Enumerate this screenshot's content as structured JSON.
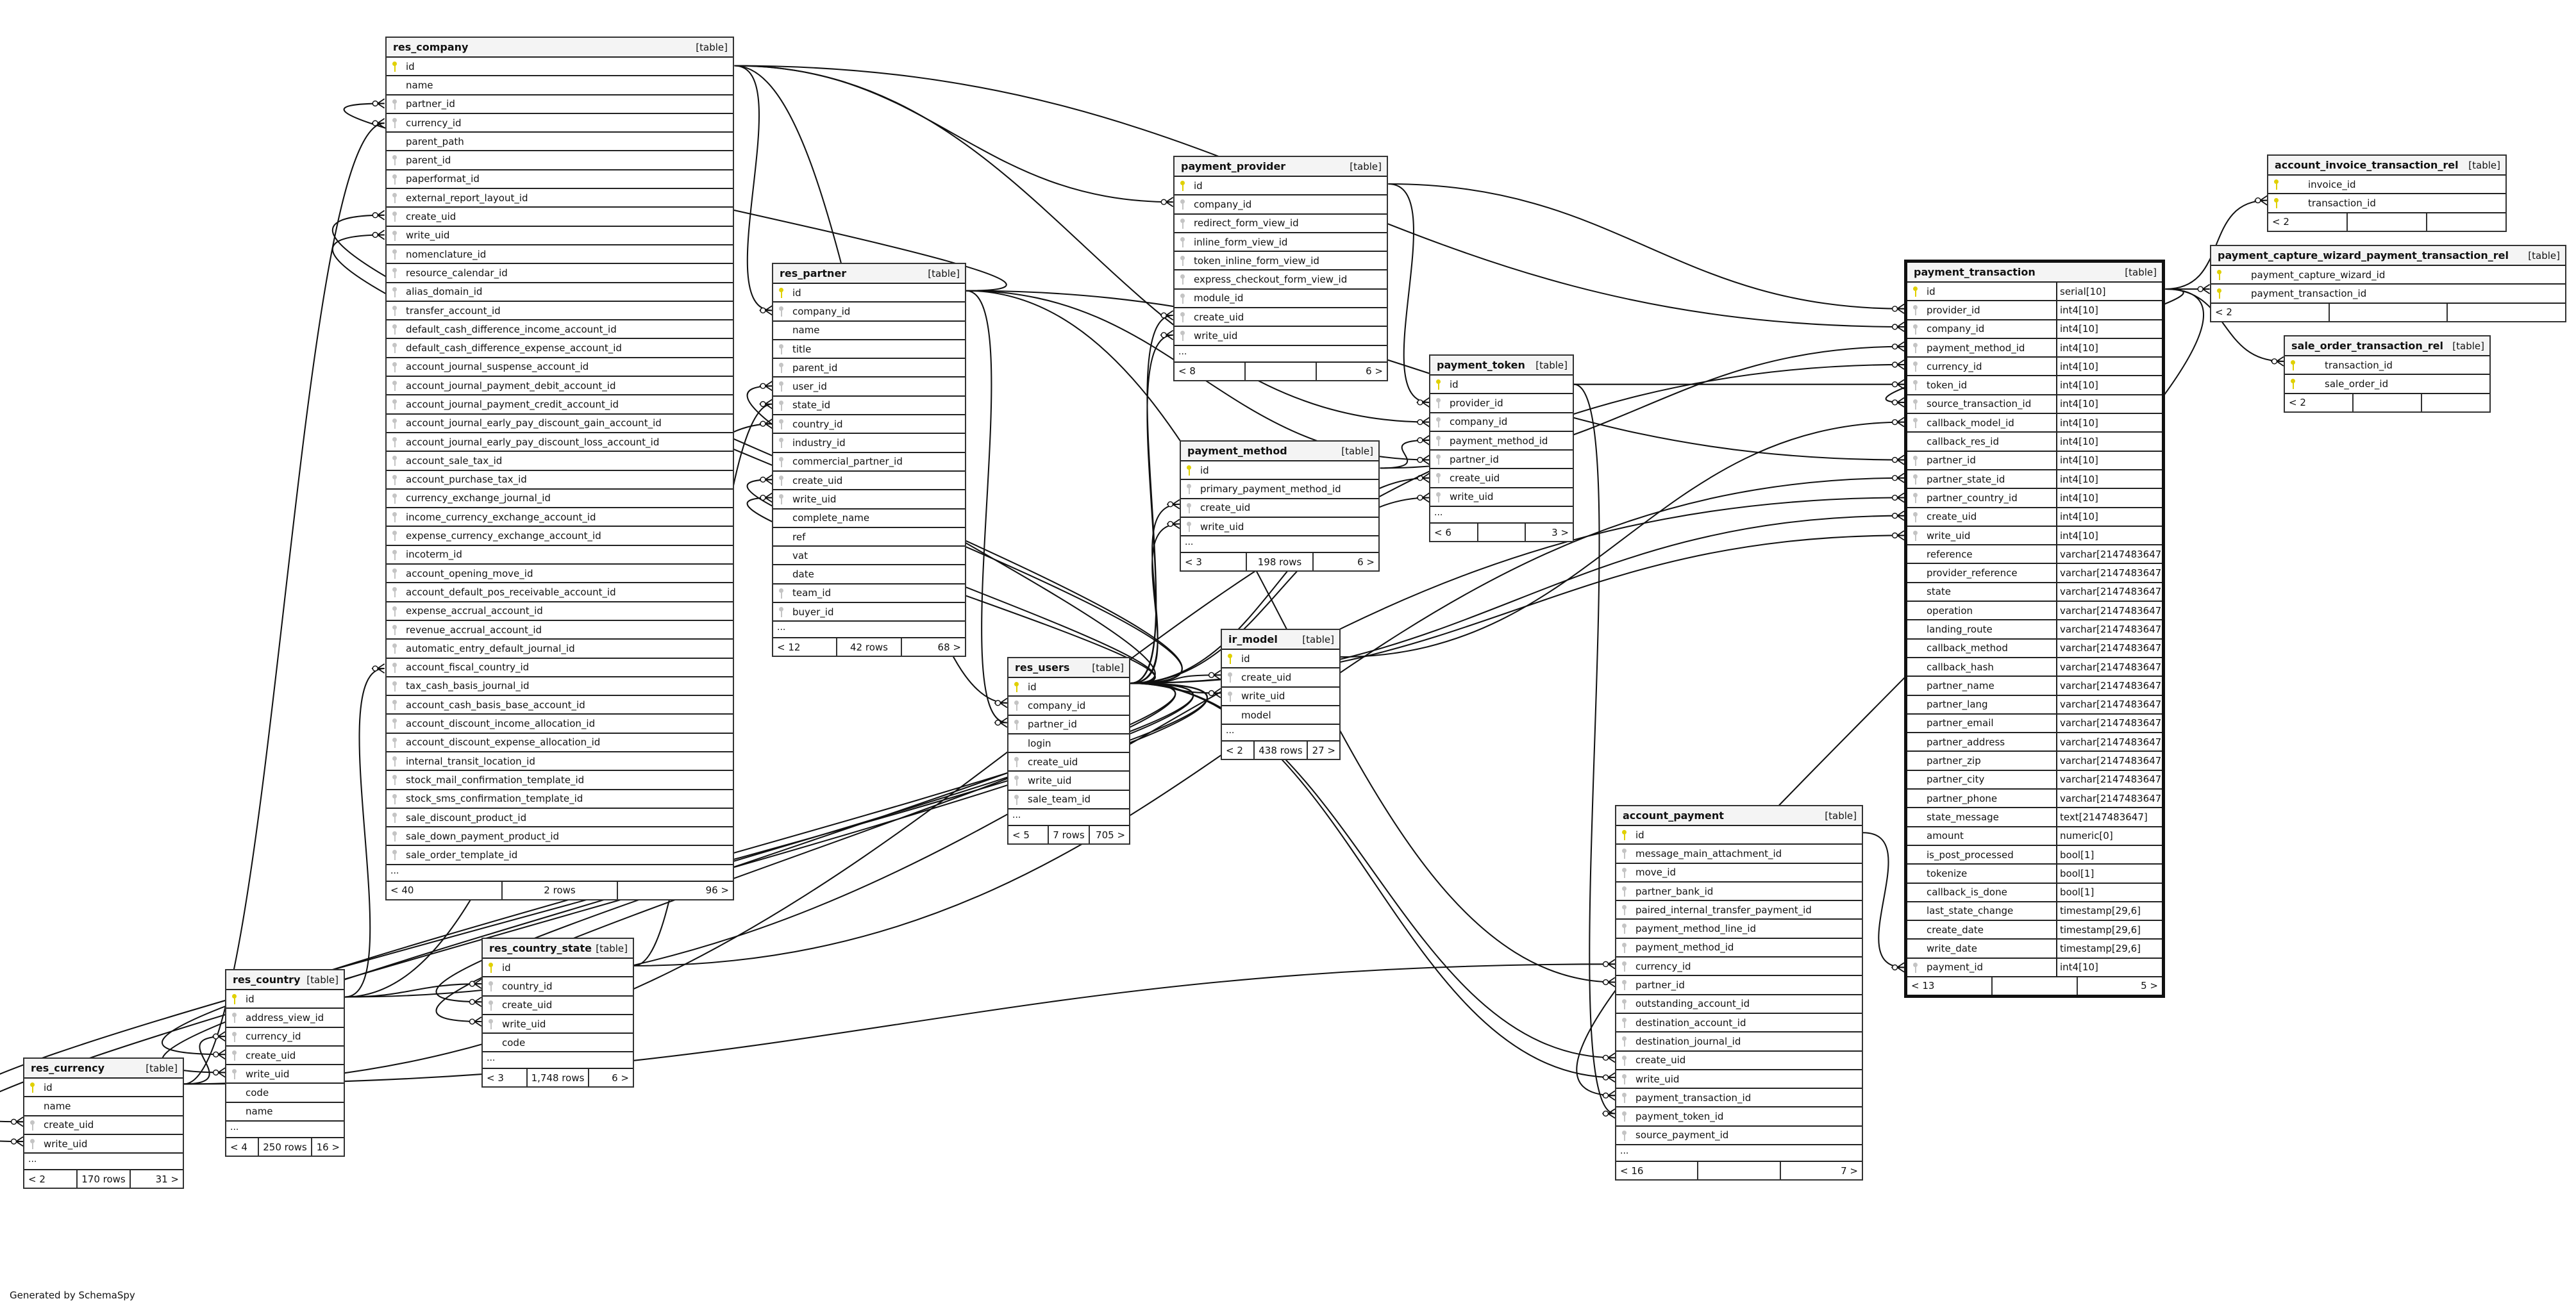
{
  "credit": "Generated by SchemaSpy",
  "tables": [
    {
      "id": "res_company",
      "name": "res_company",
      "kind": "[table]",
      "columns": [
        {
          "name": "id",
          "key": "pk"
        },
        {
          "name": "name",
          "key": ""
        },
        {
          "name": "partner_id",
          "key": "fk"
        },
        {
          "name": "currency_id",
          "key": "fk"
        },
        {
          "name": "parent_path",
          "key": ""
        },
        {
          "name": "parent_id",
          "key": "fk"
        },
        {
          "name": "paperformat_id",
          "key": "fk"
        },
        {
          "name": "external_report_layout_id",
          "key": "fk"
        },
        {
          "name": "create_uid",
          "key": "fk"
        },
        {
          "name": "write_uid",
          "key": "fk"
        },
        {
          "name": "nomenclature_id",
          "key": "fk"
        },
        {
          "name": "resource_calendar_id",
          "key": "fk"
        },
        {
          "name": "alias_domain_id",
          "key": "fk"
        },
        {
          "name": "transfer_account_id",
          "key": "fk"
        },
        {
          "name": "default_cash_difference_income_account_id",
          "key": "fk"
        },
        {
          "name": "default_cash_difference_expense_account_id",
          "key": "fk"
        },
        {
          "name": "account_journal_suspense_account_id",
          "key": "fk"
        },
        {
          "name": "account_journal_payment_debit_account_id",
          "key": "fk"
        },
        {
          "name": "account_journal_payment_credit_account_id",
          "key": "fk"
        },
        {
          "name": "account_journal_early_pay_discount_gain_account_id",
          "key": "fk"
        },
        {
          "name": "account_journal_early_pay_discount_loss_account_id",
          "key": "fk"
        },
        {
          "name": "account_sale_tax_id",
          "key": "fk"
        },
        {
          "name": "account_purchase_tax_id",
          "key": "fk"
        },
        {
          "name": "currency_exchange_journal_id",
          "key": "fk"
        },
        {
          "name": "income_currency_exchange_account_id",
          "key": "fk"
        },
        {
          "name": "expense_currency_exchange_account_id",
          "key": "fk"
        },
        {
          "name": "incoterm_id",
          "key": "fk"
        },
        {
          "name": "account_opening_move_id",
          "key": "fk"
        },
        {
          "name": "account_default_pos_receivable_account_id",
          "key": "fk"
        },
        {
          "name": "expense_accrual_account_id",
          "key": "fk"
        },
        {
          "name": "revenue_accrual_account_id",
          "key": "fk"
        },
        {
          "name": "automatic_entry_default_journal_id",
          "key": "fk"
        },
        {
          "name": "account_fiscal_country_id",
          "key": "fk"
        },
        {
          "name": "tax_cash_basis_journal_id",
          "key": "fk"
        },
        {
          "name": "account_cash_basis_base_account_id",
          "key": "fk"
        },
        {
          "name": "account_discount_income_allocation_id",
          "key": "fk"
        },
        {
          "name": "account_discount_expense_allocation_id",
          "key": "fk"
        },
        {
          "name": "internal_transit_location_id",
          "key": "fk"
        },
        {
          "name": "stock_mail_confirmation_template_id",
          "key": "fk"
        },
        {
          "name": "stock_sms_confirmation_template_id",
          "key": "fk"
        },
        {
          "name": "sale_discount_product_id",
          "key": "fk"
        },
        {
          "name": "sale_down_payment_product_id",
          "key": "fk"
        },
        {
          "name": "sale_order_template_id",
          "key": "fk"
        }
      ],
      "more": "...",
      "footer": {
        "left": "< 40",
        "mid": "2 rows",
        "right": "96 >"
      }
    },
    {
      "id": "res_partner",
      "name": "res_partner",
      "kind": "[table]",
      "columns": [
        {
          "name": "id",
          "key": "pk"
        },
        {
          "name": "company_id",
          "key": "fk"
        },
        {
          "name": "name",
          "key": ""
        },
        {
          "name": "title",
          "key": "fk"
        },
        {
          "name": "parent_id",
          "key": "fk"
        },
        {
          "name": "user_id",
          "key": "fk"
        },
        {
          "name": "state_id",
          "key": "fk"
        },
        {
          "name": "country_id",
          "key": "fk"
        },
        {
          "name": "industry_id",
          "key": "fk"
        },
        {
          "name": "commercial_partner_id",
          "key": "fk"
        },
        {
          "name": "create_uid",
          "key": "fk"
        },
        {
          "name": "write_uid",
          "key": "fk"
        },
        {
          "name": "complete_name",
          "key": ""
        },
        {
          "name": "ref",
          "key": ""
        },
        {
          "name": "vat",
          "key": ""
        },
        {
          "name": "date",
          "key": ""
        },
        {
          "name": "team_id",
          "key": "fk"
        },
        {
          "name": "buyer_id",
          "key": "fk"
        }
      ],
      "more": "...",
      "footer": {
        "left": "< 12",
        "mid": "42 rows",
        "right": "68 >"
      }
    },
    {
      "id": "payment_provider",
      "name": "payment_provider",
      "kind": "[table]",
      "columns": [
        {
          "name": "id",
          "key": "pk"
        },
        {
          "name": "company_id",
          "key": "fk"
        },
        {
          "name": "redirect_form_view_id",
          "key": "fk"
        },
        {
          "name": "inline_form_view_id",
          "key": "fk"
        },
        {
          "name": "token_inline_form_view_id",
          "key": "fk"
        },
        {
          "name": "express_checkout_form_view_id",
          "key": "fk"
        },
        {
          "name": "module_id",
          "key": "fk"
        },
        {
          "name": "create_uid",
          "key": "fk"
        },
        {
          "name": "write_uid",
          "key": "fk"
        }
      ],
      "more": "...",
      "footer": {
        "left": "< 8",
        "mid": "",
        "right": "6 >"
      }
    },
    {
      "id": "payment_method",
      "name": "payment_method",
      "kind": "[table]",
      "columns": [
        {
          "name": "id",
          "key": "pk"
        },
        {
          "name": "primary_payment_method_id",
          "key": "fk"
        },
        {
          "name": "create_uid",
          "key": "fk"
        },
        {
          "name": "write_uid",
          "key": "fk"
        }
      ],
      "more": "...",
      "footer": {
        "left": "< 3",
        "mid": "198 rows",
        "right": "6 >"
      }
    },
    {
      "id": "payment_token",
      "name": "payment_token",
      "kind": "[table]",
      "columns": [
        {
          "name": "id",
          "key": "pk"
        },
        {
          "name": "provider_id",
          "key": "fk"
        },
        {
          "name": "company_id",
          "key": "fk"
        },
        {
          "name": "payment_method_id",
          "key": "fk"
        },
        {
          "name": "partner_id",
          "key": "fk"
        },
        {
          "name": "create_uid",
          "key": "fk"
        },
        {
          "name": "write_uid",
          "key": "fk"
        }
      ],
      "more": "...",
      "footer": {
        "left": "< 6",
        "mid": "",
        "right": "3 >"
      }
    },
    {
      "id": "ir_model",
      "name": "ir_model",
      "kind": "[table]",
      "columns": [
        {
          "name": "id",
          "key": "pk"
        },
        {
          "name": "create_uid",
          "key": "fk"
        },
        {
          "name": "write_uid",
          "key": "fk"
        },
        {
          "name": "model",
          "key": ""
        }
      ],
      "more": "...",
      "footer": {
        "left": "< 2",
        "mid": "438 rows",
        "right": "27 >"
      }
    },
    {
      "id": "res_users",
      "name": "res_users",
      "kind": "[table]",
      "columns": [
        {
          "name": "id",
          "key": "pk"
        },
        {
          "name": "company_id",
          "key": "fk"
        },
        {
          "name": "partner_id",
          "key": "fk"
        },
        {
          "name": "login",
          "key": ""
        },
        {
          "name": "create_uid",
          "key": "fk"
        },
        {
          "name": "write_uid",
          "key": "fk"
        },
        {
          "name": "sale_team_id",
          "key": "fk"
        }
      ],
      "more": "...",
      "footer": {
        "left": "< 5",
        "mid": "7 rows",
        "right": "705 >"
      }
    },
    {
      "id": "res_country",
      "name": "res_country",
      "kind": "[table]",
      "columns": [
        {
          "name": "id",
          "key": "pk"
        },
        {
          "name": "address_view_id",
          "key": "fk"
        },
        {
          "name": "currency_id",
          "key": "fk"
        },
        {
          "name": "create_uid",
          "key": "fk"
        },
        {
          "name": "write_uid",
          "key": "fk"
        },
        {
          "name": "code",
          "key": ""
        },
        {
          "name": "name",
          "key": ""
        }
      ],
      "more": "...",
      "footer": {
        "left": "< 4",
        "mid": "250 rows",
        "right": "16 >"
      }
    },
    {
      "id": "res_country_state",
      "name": "res_country_state",
      "kind": "[table]",
      "columns": [
        {
          "name": "id",
          "key": "pk"
        },
        {
          "name": "country_id",
          "key": "fk"
        },
        {
          "name": "create_uid",
          "key": "fk"
        },
        {
          "name": "write_uid",
          "key": "fk"
        },
        {
          "name": "code",
          "key": ""
        }
      ],
      "more": "...",
      "footer": {
        "left": "< 3",
        "mid": "1,748 rows",
        "right": "6 >"
      }
    },
    {
      "id": "res_currency",
      "name": "res_currency",
      "kind": "[table]",
      "columns": [
        {
          "name": "id",
          "key": "pk"
        },
        {
          "name": "name",
          "key": ""
        },
        {
          "name": "create_uid",
          "key": "fk"
        },
        {
          "name": "write_uid",
          "key": "fk"
        }
      ],
      "more": "...",
      "footer": {
        "left": "< 2",
        "mid": "170 rows",
        "right": "31 >"
      }
    },
    {
      "id": "account_payment",
      "name": "account_payment",
      "kind": "[table]",
      "columns": [
        {
          "name": "id",
          "key": "pk"
        },
        {
          "name": "message_main_attachment_id",
          "key": "fk"
        },
        {
          "name": "move_id",
          "key": "fk"
        },
        {
          "name": "partner_bank_id",
          "key": "fk"
        },
        {
          "name": "paired_internal_transfer_payment_id",
          "key": "fk"
        },
        {
          "name": "payment_method_line_id",
          "key": "fk"
        },
        {
          "name": "payment_method_id",
          "key": "fk"
        },
        {
          "name": "currency_id",
          "key": "fk"
        },
        {
          "name": "partner_id",
          "key": "fk"
        },
        {
          "name": "outstanding_account_id",
          "key": "fk"
        },
        {
          "name": "destination_account_id",
          "key": "fk"
        },
        {
          "name": "destination_journal_id",
          "key": "fk"
        },
        {
          "name": "create_uid",
          "key": "fk"
        },
        {
          "name": "write_uid",
          "key": "fk"
        },
        {
          "name": "payment_transaction_id",
          "key": "fk"
        },
        {
          "name": "payment_token_id",
          "key": "fk"
        },
        {
          "name": "source_payment_id",
          "key": "fk"
        }
      ],
      "more": "...",
      "footer": {
        "left": "< 16",
        "mid": "",
        "right": "7 >"
      }
    },
    {
      "id": "payment_transaction",
      "name": "payment_transaction",
      "kind": "[table]",
      "columns": [
        {
          "name": "id",
          "key": "pk",
          "type": "serial[10]"
        },
        {
          "name": "provider_id",
          "key": "fk",
          "type": "int4[10]"
        },
        {
          "name": "company_id",
          "key": "fk",
          "type": "int4[10]"
        },
        {
          "name": "payment_method_id",
          "key": "fk",
          "type": "int4[10]"
        },
        {
          "name": "currency_id",
          "key": "fk",
          "type": "int4[10]"
        },
        {
          "name": "token_id",
          "key": "fk",
          "type": "int4[10]"
        },
        {
          "name": "source_transaction_id",
          "key": "fk",
          "type": "int4[10]"
        },
        {
          "name": "callback_model_id",
          "key": "fk",
          "type": "int4[10]"
        },
        {
          "name": "callback_res_id",
          "key": "",
          "type": "int4[10]"
        },
        {
          "name": "partner_id",
          "key": "fk",
          "type": "int4[10]"
        },
        {
          "name": "partner_state_id",
          "key": "fk",
          "type": "int4[10]"
        },
        {
          "name": "partner_country_id",
          "key": "fk",
          "type": "int4[10]"
        },
        {
          "name": "create_uid",
          "key": "fk",
          "type": "int4[10]"
        },
        {
          "name": "write_uid",
          "key": "fk",
          "type": "int4[10]"
        },
        {
          "name": "reference",
          "key": "",
          "type": "varchar[2147483647]"
        },
        {
          "name": "provider_reference",
          "key": "",
          "type": "varchar[2147483647]"
        },
        {
          "name": "state",
          "key": "",
          "type": "varchar[2147483647]"
        },
        {
          "name": "operation",
          "key": "",
          "type": "varchar[2147483647]"
        },
        {
          "name": "landing_route",
          "key": "",
          "type": "varchar[2147483647]"
        },
        {
          "name": "callback_method",
          "key": "",
          "type": "varchar[2147483647]"
        },
        {
          "name": "callback_hash",
          "key": "",
          "type": "varchar[2147483647]"
        },
        {
          "name": "partner_name",
          "key": "",
          "type": "varchar[2147483647]"
        },
        {
          "name": "partner_lang",
          "key": "",
          "type": "varchar[2147483647]"
        },
        {
          "name": "partner_email",
          "key": "",
          "type": "varchar[2147483647]"
        },
        {
          "name": "partner_address",
          "key": "",
          "type": "varchar[2147483647]"
        },
        {
          "name": "partner_zip",
          "key": "",
          "type": "varchar[2147483647]"
        },
        {
          "name": "partner_city",
          "key": "",
          "type": "varchar[2147483647]"
        },
        {
          "name": "partner_phone",
          "key": "",
          "type": "varchar[2147483647]"
        },
        {
          "name": "state_message",
          "key": "",
          "type": "text[2147483647]"
        },
        {
          "name": "amount",
          "key": "",
          "type": "numeric[0]"
        },
        {
          "name": "is_post_processed",
          "key": "",
          "type": "bool[1]"
        },
        {
          "name": "tokenize",
          "key": "",
          "type": "bool[1]"
        },
        {
          "name": "callback_is_done",
          "key": "",
          "type": "bool[1]"
        },
        {
          "name": "last_state_change",
          "key": "",
          "type": "timestamp[29,6]"
        },
        {
          "name": "create_date",
          "key": "",
          "type": "timestamp[29,6]"
        },
        {
          "name": "write_date",
          "key": "",
          "type": "timestamp[29,6]"
        },
        {
          "name": "payment_id",
          "key": "fk",
          "type": "int4[10]"
        }
      ],
      "footer": {
        "left": "< 13",
        "mid": "",
        "right": "5 >"
      }
    },
    {
      "id": "account_invoice_transaction_rel",
      "name": "account_invoice_transaction_rel",
      "kind": "[table]",
      "columns": [
        {
          "name": "invoice_id",
          "key": "pk"
        },
        {
          "name": "transaction_id",
          "key": "pk"
        }
      ],
      "footer": {
        "left": "< 2",
        "mid": "",
        "right": ""
      }
    },
    {
      "id": "payment_capture_wizard_payment_transaction_rel",
      "name": "payment_capture_wizard_payment_transaction_rel",
      "kind": "[table]",
      "columns": [
        {
          "name": "payment_capture_wizard_id",
          "key": "pk"
        },
        {
          "name": "payment_transaction_id",
          "key": "pk"
        }
      ],
      "footer": {
        "left": "< 2",
        "mid": "",
        "right": ""
      }
    },
    {
      "id": "sale_order_transaction_rel",
      "name": "sale_order_transaction_rel",
      "kind": "[table]",
      "columns": [
        {
          "name": "transaction_id",
          "key": "pk"
        },
        {
          "name": "sale_order_id",
          "key": "pk"
        }
      ],
      "footer": {
        "left": "< 2",
        "mid": "",
        "right": ""
      }
    }
  ]
}
